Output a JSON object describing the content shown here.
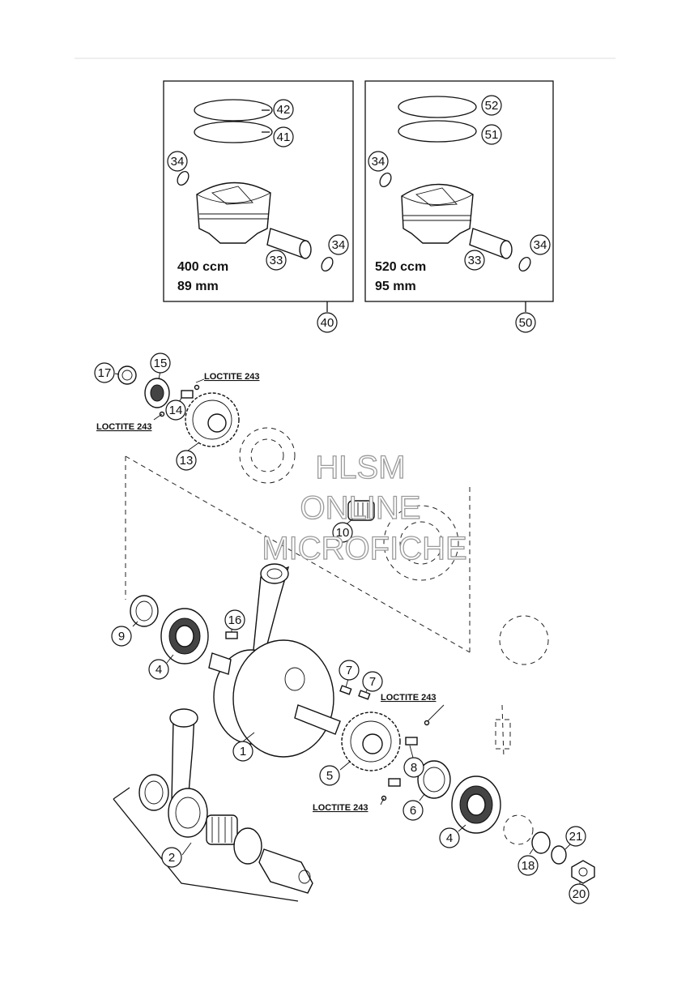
{
  "callouts": {
    "c42": "42",
    "c41": "41",
    "c34a": "34",
    "c33a": "33",
    "c34b": "34",
    "c40": "40",
    "c52": "52",
    "c51": "51",
    "c34c": "34",
    "c33b": "33",
    "c34d": "34",
    "c50": "50",
    "c17": "17",
    "c15": "15",
    "c14": "14",
    "c13": "13",
    "c10": "10",
    "c9": "9",
    "c4a": "4",
    "c16": "16",
    "c7a": "7",
    "c7b": "7",
    "c1": "1",
    "c8": "8",
    "c5": "5",
    "c6": "6",
    "c4b": "4",
    "c21": "21",
    "c18": "18",
    "c20": "20",
    "c2": "2"
  },
  "loctite": {
    "l1": "LOCTITE 243",
    "l2": "LOCTITE 243",
    "l3": "LOCTITE 243",
    "l4": "LOCTITE 243"
  },
  "pistons": {
    "left_displacement": "400 ccm",
    "left_bore": "89 mm",
    "right_displacement": "520 ccm",
    "right_bore": "95 mm"
  },
  "watermark": {
    "line1": "HLSM",
    "line2": "ONLINE",
    "line3": "MICROFICHE"
  }
}
